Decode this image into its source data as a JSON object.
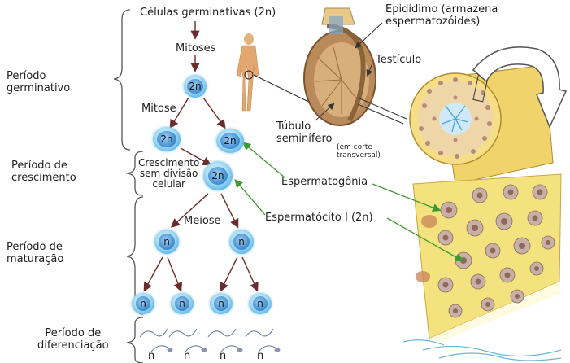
{
  "periods": {
    "germinativo": [
      "Período",
      "germinativo"
    ],
    "crescimento": [
      "Período de",
      "crescimento"
    ],
    "maturacao": [
      "Período de",
      "maturação"
    ],
    "diferenciacao": [
      "Período de",
      "diferenciação"
    ]
  },
  "flow": {
    "celulas_germinativas": "Células germinativas (2n)",
    "mitoses": "Mitoses",
    "mitose": "Mitose",
    "crescimento": [
      "Crescimento",
      "sem divisão",
      "celular"
    ],
    "meiose": "Meiose"
  },
  "ploidy": {
    "diploid": "2n",
    "haploid": "n"
  },
  "anatomy": {
    "epididimo": [
      "Epidídimo (armazena",
      "espermatozóides)"
    ],
    "testiculo": "Testículo",
    "tubulo": [
      "Túbulo",
      "seminífero"
    ],
    "corte": [
      "(em corte",
      "transversal)"
    ],
    "espermatogonia": "Espermatogônia",
    "espermatocito": "Espermatócito I (2n)"
  },
  "colors": {
    "bracket": "#555555",
    "arrow_dark": "#6b2c2c",
    "arrow_green": "#3f9a2f",
    "cell_blue": "#5fb7e6",
    "tubule_yellow": "#f4e27e"
  }
}
